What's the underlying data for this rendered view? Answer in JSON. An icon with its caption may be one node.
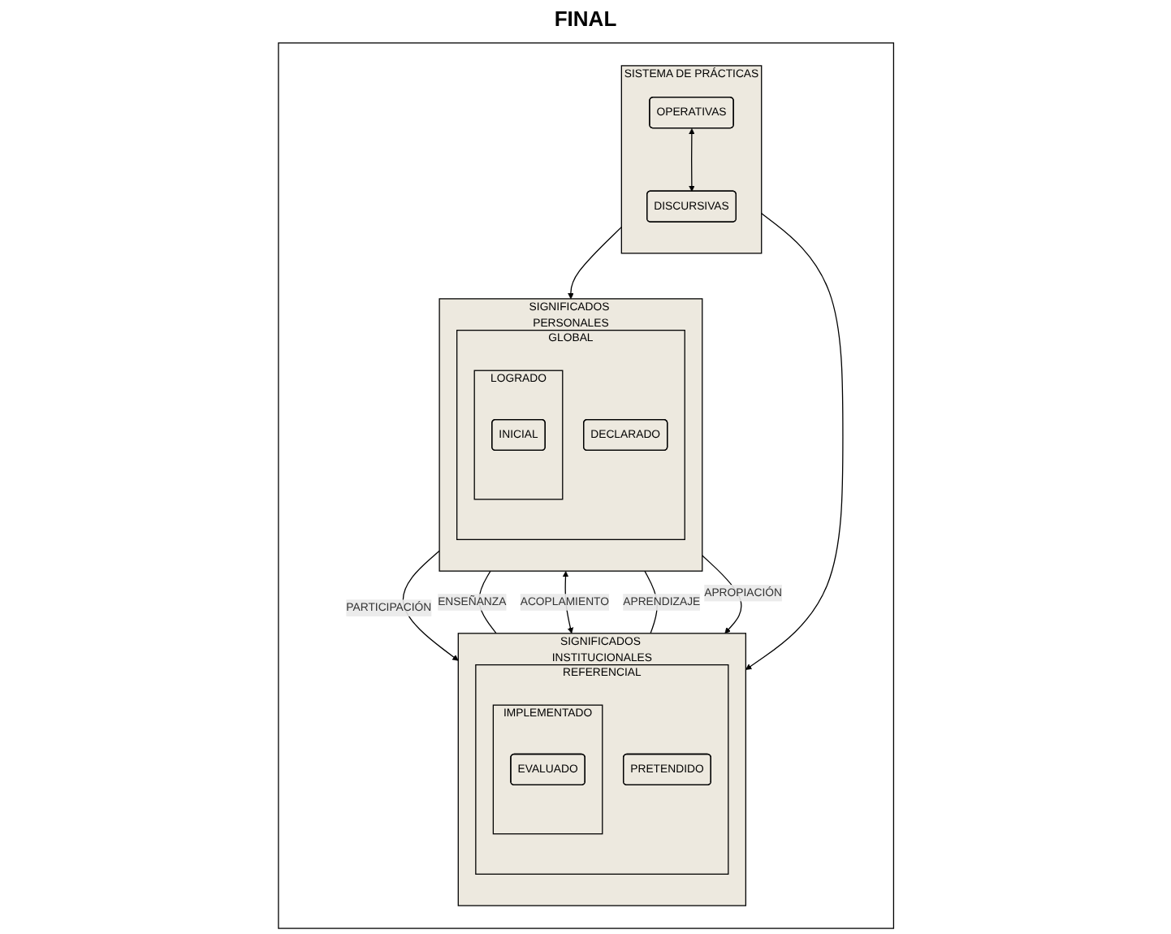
{
  "diagram": {
    "nodes": [
      {
        "text": [],
        "shape": "box"
      },
      {
        "text": [
          "SIGNIFICADOS PERSONALES"
        ],
        "in": 0
      },
      {
        "text": [
          "GLOBAL"
        ],
        "in": 1
      },
      {
        "text": [
          "DECLARADO"
        ],
        "in": 2
      },
      {
        "text": [
          "LOGRADO"
        ],
        "in": 2
      },
      {
        "text": [
          "INICIAL"
        ],
        "in": 4
      },
      {
        "text": [
          "SIGNIFICADOS INSTITUCIONALES"
        ],
        "in": 0
      },
      {
        "text": [
          "REFERENCIAL"
        ],
        "in": 6
      },
      {
        "text": [
          "PRETENDIDO"
        ],
        "in": 7
      },
      {
        "text": [
          "IMPLEMENTADO"
        ],
        "in": 7
      },
      {
        "text": [
          "EVALUADO"
        ],
        "in": 9
      },
      {
        "text": [
          "SISTEMA DE PRÁCTICAS"
        ],
        "in": 0
      },
      {
        "text": [
          "OPERATIVAS"
        ],
        "in": 11
      },
      {
        "text": [
          "DISCURSIVAS"
        ],
        "in": 11
      }
    ],
    "edges": [
      {
        "from": 1,
        "to": 6,
        "arrow": "to",
        "label": "PARTICIPACIÓN"
      },
      {
        "from": 1,
        "to": 6,
        "arrow": "none",
        "label": "ENSEÑANZA"
      },
      {
        "from": 1,
        "to": 6,
        "arrow": "both",
        "label": "ACOPLAMIENTO"
      },
      {
        "from": 1,
        "to": 6,
        "arrow": "none",
        "label": "APRENDIZAJE"
      },
      {
        "from": 1,
        "to": 6,
        "arrow": "to",
        "label": "APROPIACIÓN"
      },
      {
        "from": 11,
        "to": 1,
        "arrow": "to"
      },
      {
        "from": 11,
        "to": 6,
        "arrow": "to"
      },
      {
        "from": 12,
        "to": 13,
        "arrow": "both"
      }
    ],
    "labels": [
      "FINAL"
    ]
  }
}
